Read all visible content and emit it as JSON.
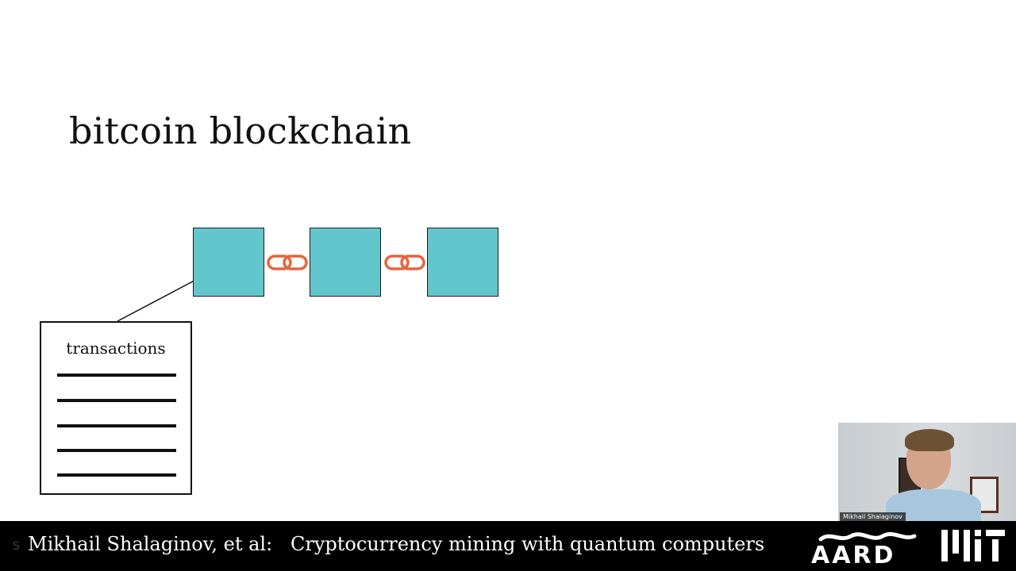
{
  "slide": {
    "title": "bitcoin blockchain",
    "transactions_label": "transactions",
    "block_color": "#63c6cd",
    "link_color": "#e4663d"
  },
  "video": {
    "participant_name": "Mikhail Shalaginov"
  },
  "footer": {
    "slide_number": "S",
    "author": "Mikhail Shalaginov, et al:",
    "talk_title": "Cryptocurrency mining with quantum computers",
    "logo_left_text": "AARD",
    "logo_right_name": "mit-logo"
  }
}
